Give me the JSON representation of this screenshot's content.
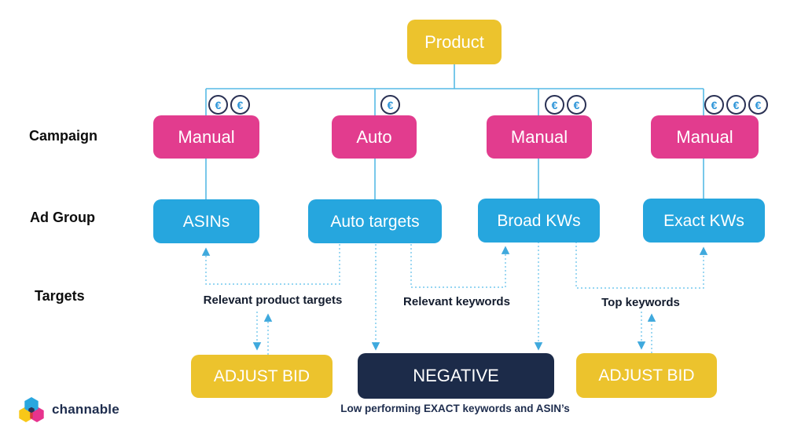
{
  "diagram": {
    "root": {
      "label": "Product"
    },
    "row_labels": {
      "campaign": "Campaign",
      "ad_group": "Ad Group",
      "targets": "Targets"
    },
    "campaigns": [
      {
        "label": "Manual",
        "euro_count": 2
      },
      {
        "label": "Auto",
        "euro_count": 1
      },
      {
        "label": "Manual",
        "euro_count": 2
      },
      {
        "label": "Manual",
        "euro_count": 3
      }
    ],
    "ad_groups": [
      {
        "label": "ASINs"
      },
      {
        "label": "Auto targets"
      },
      {
        "label": "Broad KWs"
      },
      {
        "label": "Exact KWs"
      }
    ],
    "target_labels": [
      {
        "label": "Relevant product targets"
      },
      {
        "label": "Relevant keywords"
      },
      {
        "label": "Top keywords"
      }
    ],
    "actions": [
      {
        "label": "ADJUST BID"
      },
      {
        "label": "NEGATIVE"
      },
      {
        "label": "ADJUST BID"
      }
    ],
    "caption": "Low performing EXACT keywords and ASIN’s"
  },
  "icons": {
    "euro_symbol": "€"
  },
  "branding": {
    "logo_text": "channable"
  },
  "colors": {
    "box_yellow": "#ECC32D",
    "box_pink": "#E23C8E",
    "box_blue": "#26A6DE",
    "box_navy": "#1C2B49",
    "connector_blue": "#56BAE5",
    "dotted_blue": "#74C8ED",
    "text_dark_navy": "#1E2D4E"
  }
}
